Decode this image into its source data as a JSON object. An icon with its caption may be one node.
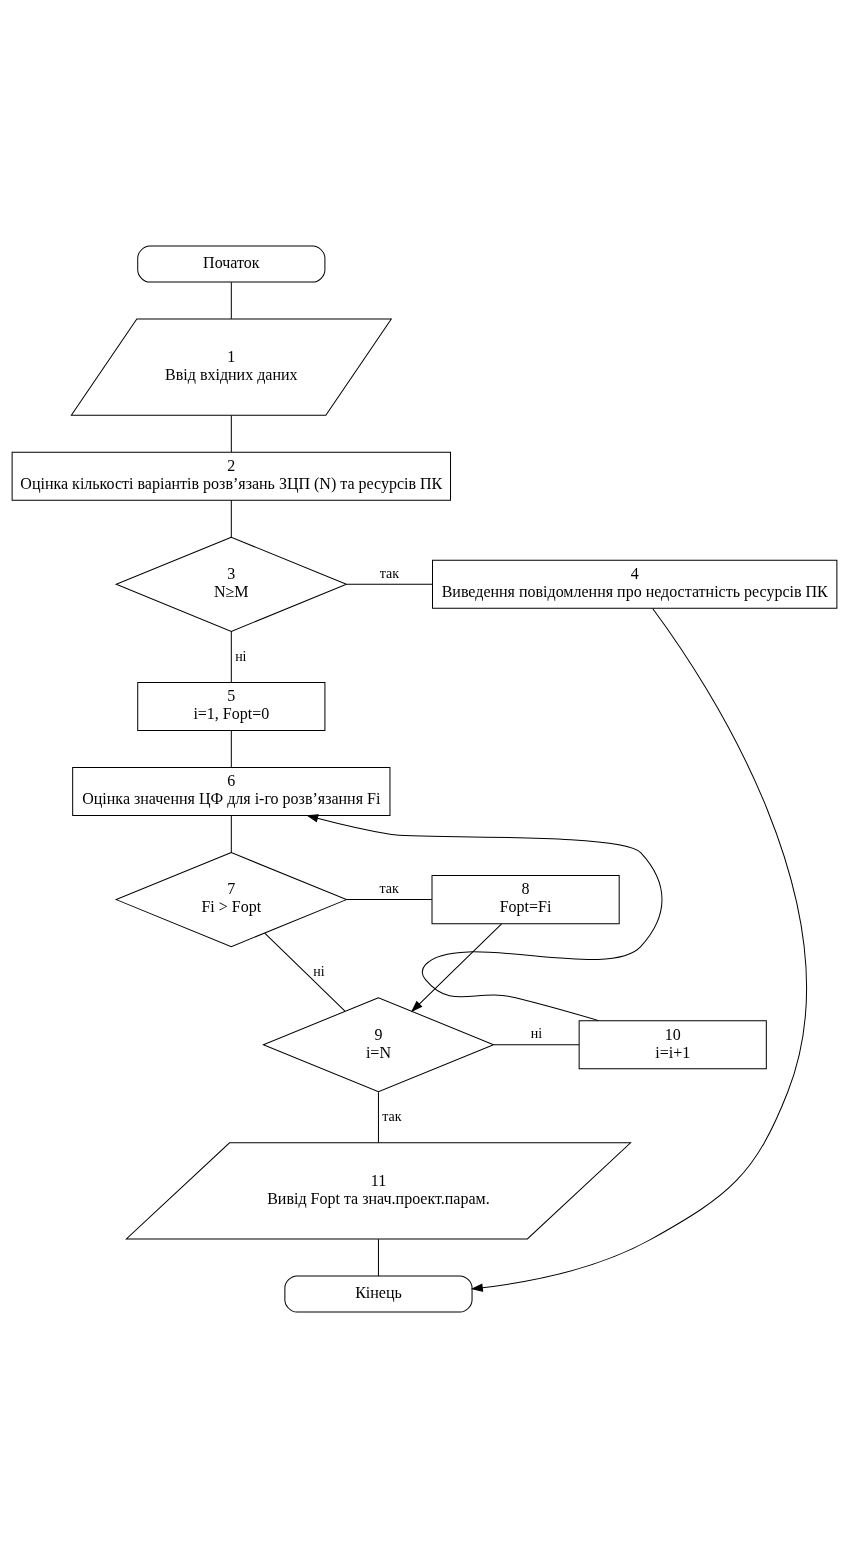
{
  "diagram": {
    "nodes": [
      {
        "text": [
          "Початок"
        ]
      },
      {
        "text": [
          "1",
          "Ввід вхідних даних"
        ]
      },
      {
        "text": [
          "2",
          "Оцінка кількості варіантів розв’язань ЗЦП (N) та ресурсів ПК"
        ]
      },
      {
        "text": [
          "3",
          "N≥M"
        ]
      },
      {
        "text": [
          "4",
          "Виведення повідомлення про недостатність ресурсів ПК"
        ]
      },
      {
        "text": [
          "5",
          "i=1, Fopt=0"
        ]
      },
      {
        "text": [
          "6",
          "Оцінка значення ЦФ для і-го розв’язання Fi"
        ]
      },
      {
        "text": [
          "7",
          "Fi > Fopt"
        ]
      },
      {
        "text": [
          "8",
          "Fopt=Fi"
        ]
      },
      {
        "text": [
          "9",
          "i=N"
        ]
      },
      {
        "text": [
          "10",
          "i=i+1"
        ]
      },
      {
        "text": [
          "11",
          "Вивід Fopt та знач.проект.парам."
        ]
      },
      {
        "text": [
          "Кінець"
        ]
      }
    ],
    "edges": [
      {
        "from": 0,
        "to": 1,
        "arrow": "none"
      },
      {
        "from": 1,
        "to": 2,
        "arrow": "none"
      },
      {
        "from": 2,
        "to": 3,
        "arrow": "none"
      },
      {
        "from": 3,
        "to": 4,
        "arrow": "none",
        "label": "так"
      },
      {
        "from": 3,
        "to": 5,
        "arrow": "none",
        "label": "ні"
      },
      {
        "from": 4,
        "to": 12,
        "arrow": "to"
      },
      {
        "from": 5,
        "to": 6,
        "arrow": "none"
      },
      {
        "from": 6,
        "to": 7,
        "arrow": "none"
      },
      {
        "from": 7,
        "to": 8,
        "arrow": "none",
        "label": "так"
      },
      {
        "from": 7,
        "to": 9,
        "arrow": "none",
        "label": "ні"
      },
      {
        "from": 8,
        "to": 9,
        "arrow": "to"
      },
      {
        "from": 9,
        "to": 10,
        "arrow": "none",
        "label": "ні"
      },
      {
        "from": 9,
        "to": 11,
        "arrow": "none",
        "label": "так"
      },
      {
        "from": 10,
        "to": 6,
        "arrow": "to"
      },
      {
        "from": 11,
        "to": 12,
        "arrow": "none"
      }
    ]
  }
}
